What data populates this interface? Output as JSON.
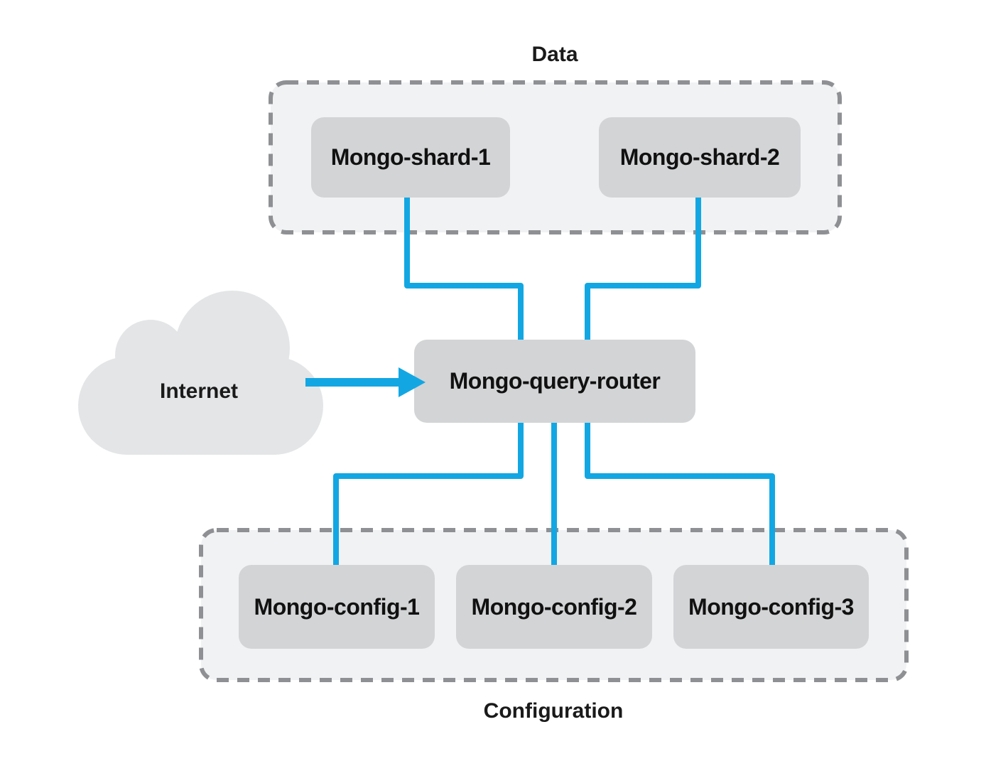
{
  "diagram": {
    "groups": {
      "data": {
        "label": "Data"
      },
      "configuration": {
        "label": "Configuration"
      }
    },
    "nodes": {
      "shard1": {
        "label": "Mongo-shard-1"
      },
      "shard2": {
        "label": "Mongo-shard-2"
      },
      "router": {
        "label": "Mongo-query-router"
      },
      "config1": {
        "label": "Mongo-config-1"
      },
      "config2": {
        "label": "Mongo-config-2"
      },
      "config3": {
        "label": "Mongo-config-3"
      }
    },
    "cloud": {
      "label": "Internet"
    },
    "edges": [
      {
        "from": "Mongo-shard-1",
        "to": "Mongo-query-router",
        "style": "line"
      },
      {
        "from": "Mongo-shard-2",
        "to": "Mongo-query-router",
        "style": "line"
      },
      {
        "from": "Mongo-query-router",
        "to": "Mongo-config-1",
        "style": "line"
      },
      {
        "from": "Mongo-query-router",
        "to": "Mongo-config-2",
        "style": "line"
      },
      {
        "from": "Mongo-query-router",
        "to": "Mongo-config-3",
        "style": "line"
      },
      {
        "from": "Internet",
        "to": "Mongo-query-router",
        "style": "arrow"
      }
    ]
  },
  "colors": {
    "accent": "#12a7e3",
    "node_fill": "#d2d4d6",
    "node_text": "#111111",
    "container_fill": "#f1f2f4",
    "container_border": "#8e9093",
    "cloud_fill": "#e3e5e7",
    "label_text": "#1a1a1a",
    "background": "#ffffff"
  }
}
